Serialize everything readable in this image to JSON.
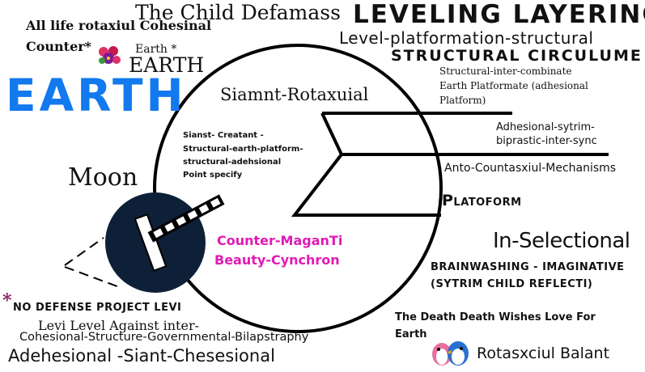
{
  "texts": {
    "child_defamass": "The Child Defamass",
    "all_life": "All life rotaxiul Cohesinal",
    "counter_star": "Counter*",
    "earth_small_star": "Earth *",
    "earth_serif": "EARTH",
    "earth_big": "EARTH",
    "leveling_layering": "LEVELING LAYERING",
    "level_platformation": "Level-platformation-structural",
    "structural_circulume": "STRUCTURAL CIRCULUME",
    "structural_inter_1": "Structural-inter-combinate",
    "structural_inter_2": "Earth Platformate (adhesional",
    "structural_inter_3": "Platform)",
    "siamnt": "Siamnt-Rotaxuial",
    "adhesional_sync_1": "Adhesional-sytrim-",
    "adhesional_sync_2": "biprastic-inter-sync",
    "sianst_1": "Sianst- Creatant -",
    "sianst_2": "Structural-earth-platform-",
    "sianst_3": "structural-adehsional",
    "sianst_4": "Point specify",
    "anto": "Anto-Countasxiul-Mechanisms",
    "moon": "Moon",
    "platoform": "Platoform",
    "counter_maganti_1": "Counter-MaganTi",
    "counter_maganti_2": "Beauty-Cynchron",
    "in_selectional": "In-Selectional",
    "brainwashing_1": "BRAINWASHING - IMAGINATIVE",
    "brainwashing_2": "(SYTRIM CHILD REFLECTI)",
    "star_mark": "*",
    "no_defense": "NO DEFENSE PROJECT LEVI",
    "levi_level": "Levi Level Against inter-",
    "cohesional": "Cohesional-Structure-Governmental-Bilapstraphy",
    "adehesional": "Adehesional -Siant-Chesesional",
    "death_1": "The Death Death Wishes Love For",
    "death_2": "Earth",
    "rotasxciul": "Rotasxciul Balant"
  },
  "colors": {
    "earth_blue": "#1279ee",
    "magenta": "#e21ab4",
    "star_purple": "#8a1d63",
    "moon_navy": "#0e2038",
    "ink": "#111111"
  },
  "icons": {
    "flower": "flower-bouquet-icon",
    "birds": "penguin-couple-icon",
    "moon": "moon-satellite-icon"
  }
}
